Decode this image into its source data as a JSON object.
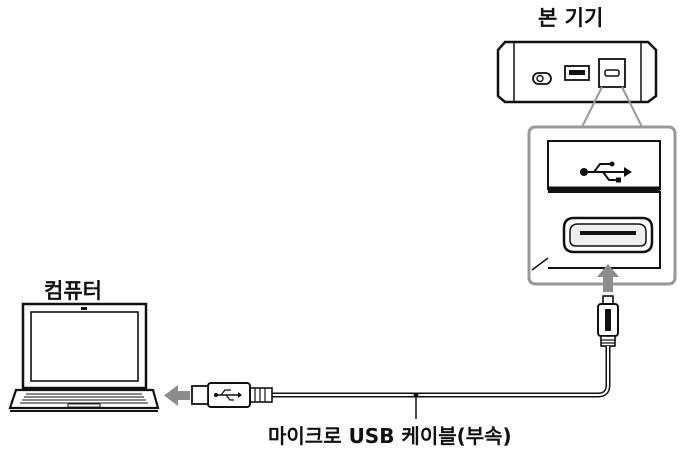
{
  "labels": {
    "device": "본 기기",
    "computer": "컴퓨터",
    "cable": "마이크로 USB 케이블(부속)"
  },
  "icons": {
    "usb_symbol": "usb-icon",
    "power_button": "power-button-icon",
    "arrow_to_port": "arrow-up-icon",
    "arrow_to_computer": "arrow-left-icon"
  },
  "colors": {
    "line": "#111111",
    "callout_frame": "#999999",
    "arrow": "#8c8c8c",
    "usb_bar": "#1a1a1a",
    "port_fill": "#efefef"
  }
}
